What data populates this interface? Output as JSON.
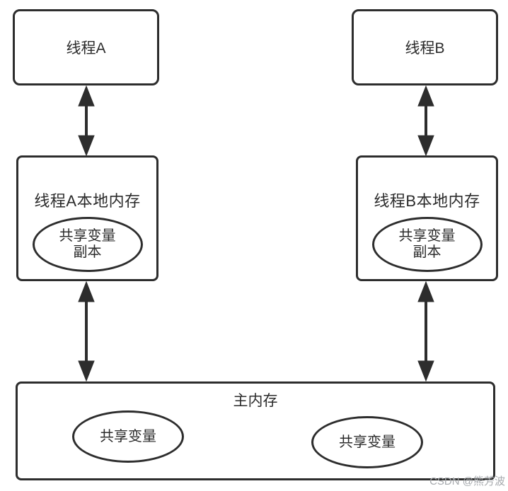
{
  "colors": {
    "line": "#2d2d2d",
    "text": "#2b2b2b",
    "watermark": "#a6a9ad",
    "bg": "#ffffff"
  },
  "diagram": {
    "threads": [
      {
        "label": "线程A"
      },
      {
        "label": "线程B"
      }
    ],
    "local_memories": [
      {
        "label": "线程A本地内存",
        "ellipse_line1": "共享变量",
        "ellipse_line2": "副本"
      },
      {
        "label": "线程B本地内存",
        "ellipse_line1": "共享变量",
        "ellipse_line2": "副本"
      }
    ],
    "main_memory": {
      "label": "主内存",
      "shared_vars": [
        "共享变量",
        "共享变量"
      ]
    },
    "watermark": "CSDN @熊芳波"
  }
}
